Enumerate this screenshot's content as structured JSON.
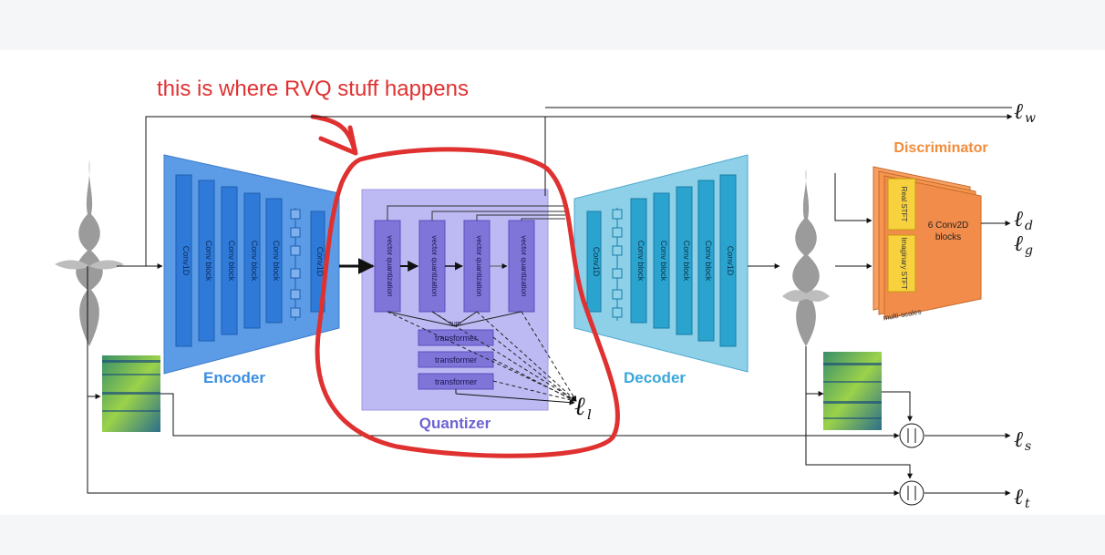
{
  "annotation": {
    "text": "this is where RVQ stuff happens",
    "color": "#e03131"
  },
  "encoder": {
    "title": "Encoder",
    "blocks": [
      "Conv1D",
      "Conv block",
      "Conv block",
      "Conv block",
      "Conv block",
      "Conv1D"
    ]
  },
  "quantizer": {
    "title": "Quantizer",
    "vq_blocks": [
      "vector quantization",
      "vector quantization",
      "vector quantization",
      "vector quantization"
    ],
    "transformers": [
      "transformer",
      "transformer",
      "transformer"
    ],
    "sum_symbol": "sum"
  },
  "decoder": {
    "title": "Decoder",
    "blocks": [
      "Conv1D",
      "Conv block",
      "Conv block",
      "Conv block",
      "Conv block",
      "Conv1D"
    ]
  },
  "discriminator": {
    "title": "Discriminator",
    "real_stft": "Real STFT",
    "imag_stft": "Imaginary STFT",
    "conv2d": [
      "6 Conv2D",
      "blocks"
    ],
    "multi_scales": "multi-scales"
  },
  "losses": {
    "w": {
      "base": "ℓ",
      "sub": "w"
    },
    "d": {
      "base": "ℓ",
      "sub": "d"
    },
    "g": {
      "base": "ℓ",
      "sub": "g"
    },
    "l": {
      "base": "ℓ",
      "sub": "l"
    },
    "s": {
      "base": "ℓ",
      "sub": "s"
    },
    "t": {
      "base": "ℓ",
      "sub": "t"
    }
  },
  "colors": {
    "encoder_fill": "#4f8fe0",
    "encoder_block": "#2f7ad9",
    "quantizer_fill": "#b9b7f2",
    "quantizer_block": "#7d72d6",
    "decoder_fill": "#86cce5",
    "decoder_block": "#2ba3cf",
    "discriminator": "#f28c4a",
    "stft": "#f7d23e",
    "encoder_text": "#3a8ee0",
    "quantizer_text": "#6c63d2",
    "decoder_text": "#3aa7dc",
    "discriminator_text": "#f28c3a"
  }
}
